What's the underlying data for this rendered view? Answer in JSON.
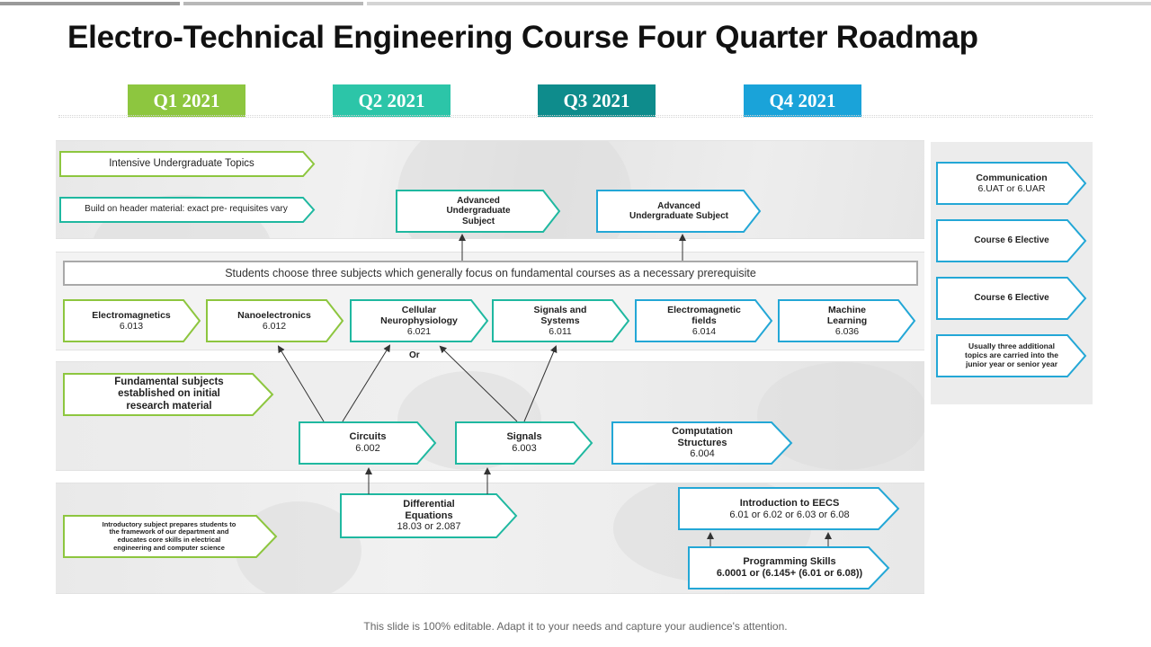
{
  "title": "Electro-Technical Engineering Course Four Quarter Roadmap",
  "quarters": [
    {
      "label": "Q1 2021",
      "color": "#8dc63f"
    },
    {
      "label": "Q2 2021",
      "color": "#2cc5a8"
    },
    {
      "label": "Q3 2021",
      "color": "#0e8c8c"
    },
    {
      "label": "Q4 2021",
      "color": "#1aa3d9"
    }
  ],
  "colors": {
    "green": "#8dc63f",
    "teal": "#1fb8a0",
    "blue": "#23a7d6",
    "grey": "#a9a9a9"
  },
  "row1": {
    "intensive": "Intensive Undergraduate Topics",
    "build": "Build on header material: exact pre- requisites vary",
    "adv1": [
      "Advanced",
      "Undergraduate",
      "Subject"
    ],
    "adv2": [
      "Advanced",
      "Undergraduate Subject"
    ]
  },
  "row2": {
    "banner": "Students choose three subjects which generally focus on fundamental  courses as a necessary prerequisite",
    "or_label": "Or",
    "courses": [
      {
        "lines": [
          "Electromagnetics",
          "6.013"
        ]
      },
      {
        "lines": [
          "Nanoelectronics",
          "6.012"
        ]
      },
      {
        "lines": [
          "Cellular",
          "Neurophysiology",
          "6.021"
        ]
      },
      {
        "lines": [
          "Signals and",
          "Systems",
          "6.011"
        ]
      },
      {
        "lines": [
          "Electromagnetic",
          "fields",
          "6.014"
        ]
      },
      {
        "lines": [
          "Machine",
          "Learning",
          "6.036"
        ]
      }
    ]
  },
  "row3": {
    "fundamental": [
      "Fundamental subjects",
      "established on initial",
      "research material"
    ],
    "circuits": [
      "Circuits",
      "6.002"
    ],
    "signals": [
      "Signals",
      "6.003"
    ],
    "computation": [
      "Computation",
      "Structures",
      "6.004"
    ]
  },
  "row4": {
    "intro_note": [
      "Introductory subject prepares  students to",
      "the framework  of our department and",
      "educates core skills  in electrical",
      "engineering and computer science"
    ],
    "diffeq": [
      "Differential",
      "Equations",
      "18.03 or 2.087"
    ],
    "eecs": [
      "Introduction to EECS",
      "6.01 or 6.02 or 6.03 or 6.08"
    ],
    "programming": [
      "Programming Skills",
      "6.0001 or (6.145+ (6.01 or 6.08))"
    ]
  },
  "right": {
    "communication": [
      "Communication",
      "6.UAT or 6.UAR"
    ],
    "elective1": "Course 6 Elective",
    "elective2": "Course 6 Elective",
    "note": [
      "Usually three additional",
      "topics are carried into the",
      "junior year or senior year"
    ]
  },
  "footer": "This slide is 100% editable. Adapt it to your needs and capture your audience's attention."
}
